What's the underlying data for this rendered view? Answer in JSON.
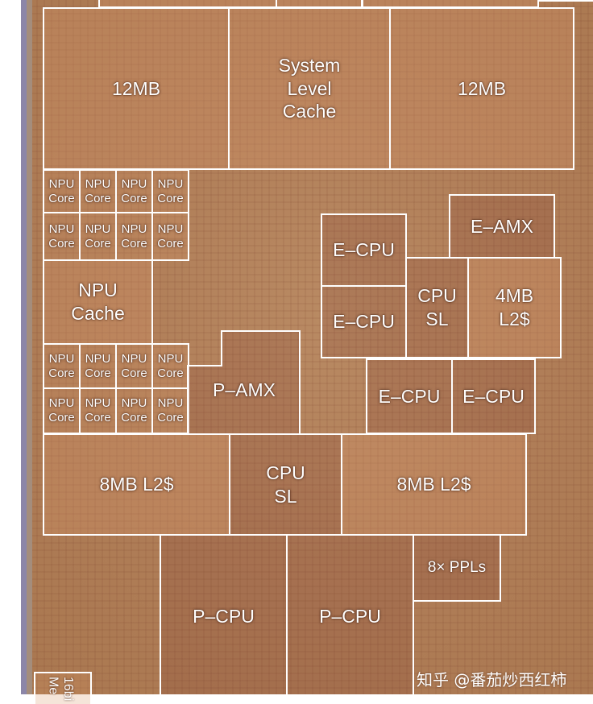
{
  "blocks": {
    "slc_left": "12MB",
    "slc": "System\nLevel\nCache",
    "slc_right": "12MB",
    "npu_core": "NPU\nCore",
    "npu_cache": "NPU\nCache",
    "e_amx": "E–AMX",
    "e_cpu": "E–CPU",
    "cpu_sl": "CPU\nSL",
    "l2_4mb": "4MB\nL2$",
    "p_amx": "P–AMX",
    "l2_8mb": "8MB L2$",
    "ppls": "8× PPLs",
    "p_cpu": "P–CPU",
    "mem_partial": "16bi\nMe"
  },
  "watermark": "知乎 @番茄炒西红柿"
}
